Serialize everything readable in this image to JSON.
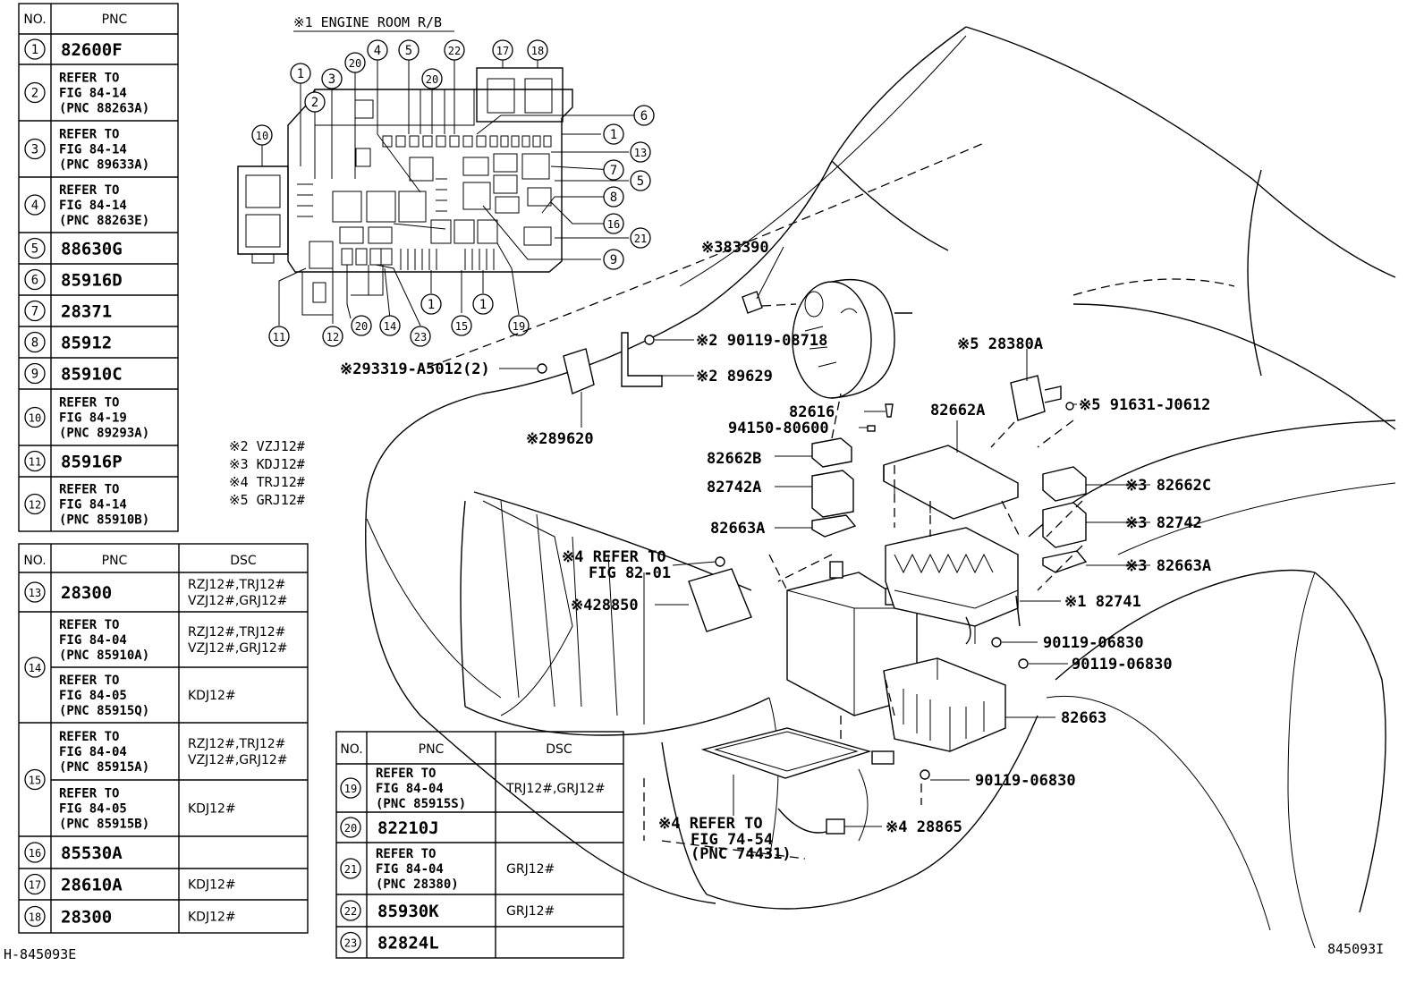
{
  "diagram_title": "※1 ENGINE ROOM R/B",
  "drawing_code_left": "H-845093E",
  "drawing_code_right": "845093I",
  "table1": {
    "headers": [
      "NO.",
      "PNC"
    ],
    "rows": [
      {
        "no": "1",
        "pnc": [
          "82600F"
        ]
      },
      {
        "no": "2",
        "pnc": [
          "REFER TO",
          "FIG 84-14",
          "(PNC 88263A)"
        ]
      },
      {
        "no": "3",
        "pnc": [
          "REFER TO",
          "FIG 84-14",
          "(PNC 89633A)"
        ]
      },
      {
        "no": "4",
        "pnc": [
          "REFER TO",
          "FIG 84-14",
          "(PNC 88263E)"
        ]
      },
      {
        "no": "5",
        "pnc": [
          "88630G"
        ]
      },
      {
        "no": "6",
        "pnc": [
          "85916D"
        ]
      },
      {
        "no": "7",
        "pnc": [
          "28371"
        ]
      },
      {
        "no": "8",
        "pnc": [
          "85912"
        ]
      },
      {
        "no": "9",
        "pnc": [
          "85910C"
        ]
      },
      {
        "no": "10",
        "pnc": [
          "REFER TO",
          "FIG 84-19",
          "(PNC 89293A)"
        ]
      },
      {
        "no": "11",
        "pnc": [
          "85916P"
        ]
      },
      {
        "no": "12",
        "pnc": [
          "REFER TO",
          "FIG 84-14",
          "(PNC 85910B)"
        ]
      }
    ]
  },
  "table2": {
    "headers": [
      "NO.",
      "PNC",
      "DSC"
    ],
    "rows": [
      {
        "no": "13",
        "pnc": [
          "28300"
        ],
        "dsc": [
          "RZJ12#,TRJ12#",
          "VZJ12#,GRJ12#"
        ]
      },
      {
        "no": "14",
        "pnc": [
          "REFER TO",
          "FIG 84-04",
          "(PNC 85910A)"
        ],
        "dsc": [
          "RZJ12#,TRJ12#",
          "VZJ12#,GRJ12#"
        ]
      },
      {
        "no": "",
        "pnc": [
          "REFER TO",
          "FIG 84-05",
          "(PNC 85915Q)"
        ],
        "dsc": [
          "KDJ12#"
        ]
      },
      {
        "no": "15",
        "pnc": [
          "REFER TO",
          "FIG 84-04",
          "(PNC 85915A)"
        ],
        "dsc": [
          "RZJ12#,TRJ12#",
          "VZJ12#,GRJ12#"
        ]
      },
      {
        "no": "",
        "pnc": [
          "REFER TO",
          "FIG 84-05",
          "(PNC 85915B)"
        ],
        "dsc": [
          "KDJ12#"
        ]
      },
      {
        "no": "16",
        "pnc": [
          "85530A"
        ],
        "dsc": [
          ""
        ]
      },
      {
        "no": "17",
        "pnc": [
          "28610A"
        ],
        "dsc": [
          "KDJ12#"
        ]
      },
      {
        "no": "18",
        "pnc": [
          "28300"
        ],
        "dsc": [
          "KDJ12#"
        ]
      }
    ]
  },
  "table3": {
    "headers": [
      "NO.",
      "PNC",
      "DSC"
    ],
    "rows": [
      {
        "no": "19",
        "pnc": [
          "REFER TO",
          "FIG 84-04",
          "(PNC 85915S)"
        ],
        "dsc": [
          "TRJ12#,GRJ12#"
        ]
      },
      {
        "no": "20",
        "pnc": [
          "82210J"
        ],
        "dsc": [
          ""
        ]
      },
      {
        "no": "21",
        "pnc": [
          "REFER TO",
          "FIG 84-04",
          "(PNC 28380)"
        ],
        "dsc": [
          "GRJ12#"
        ]
      },
      {
        "no": "22",
        "pnc": [
          "85930K"
        ],
        "dsc": [
          "GRJ12#"
        ]
      },
      {
        "no": "23",
        "pnc": [
          "82824L"
        ],
        "dsc": [
          ""
        ]
      }
    ]
  },
  "model_notes": [
    "※2 VZJ12#",
    "※3 KDJ12#",
    "※4 TRJ12#",
    "※5 GRJ12#"
  ],
  "relay_block_callouts": [
    "1",
    "2",
    "3",
    "20",
    "4",
    "5",
    "20",
    "22",
    "17",
    "18",
    "10",
    "6",
    "1",
    "13",
    "7",
    "5",
    "8",
    "16",
    "21",
    "9",
    "11",
    "12",
    "20",
    "14",
    "23",
    "1",
    "15",
    "1",
    "19"
  ],
  "part_labels": {
    "p83390": "※383390",
    "p90119_08718": "※2 90119-08718",
    "p93319": "※293319-A5012(2)",
    "p89629": "※2 89629",
    "p89620": "※289620",
    "p82616": "82616",
    "p94150": "94150-80600",
    "p82662A": "82662A",
    "p28380A": "※5 28380A",
    "p91631": "※5 91631-J0612",
    "p82662B": "82662B",
    "p82742A": "82742A",
    "p82663A_l": "82663A",
    "p82662C": "※3 82662C",
    "p82742": "※3 82742",
    "p82663A_r": "※3 82663A",
    "p_refer_82_1": "※4 REFER TO",
    "p_refer_82_2": "FIG 82-01",
    "p82741": "※1 82741",
    "p28850": "※428850",
    "p90119_06830_a": "90119-06830",
    "p90119_06830_b": "90119-06830",
    "p82663": "82663",
    "p90119_06830_c": "90119-06830",
    "p_refer_74_1": "※4  REFER TO",
    "p_refer_74_2": "FIG 74-54",
    "p_refer_74_3": "(PNC 74431)",
    "p28865": "※4 28865"
  }
}
